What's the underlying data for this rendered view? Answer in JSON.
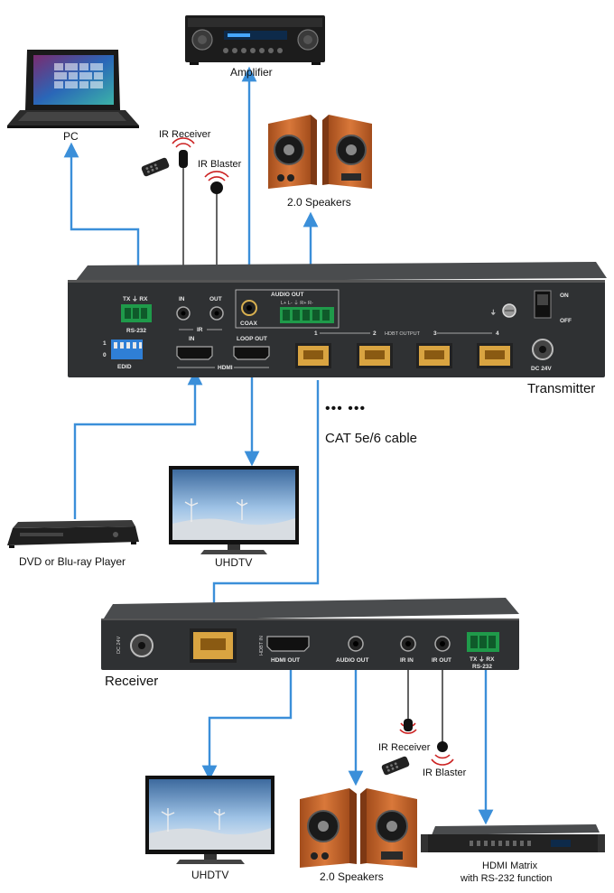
{
  "labels": {
    "pc": "PC",
    "amplifier": "Amplifier",
    "ir_receiver_top": "IR Receiver",
    "ir_blaster_top": "IR Blaster",
    "speakers_top": "2.0 Speakers",
    "transmitter": "Transmitter",
    "cable_dots": "••• •••",
    "cable": "CAT 5e/6 cable",
    "dvd": "DVD or Blu-ray Player",
    "uhdtv_mid": "UHDTV",
    "receiver": "Receiver",
    "ir_receiver_bottom": "IR Receiver",
    "ir_blaster_bottom": "IR Blaster",
    "uhdtv_bottom": "UHDTV",
    "speakers_bottom": "2.0 Speakers",
    "hdmi_matrix_line1": "HDMI Matrix",
    "hdmi_matrix_line2": "with RS-232 function"
  },
  "transmitter_panel": {
    "rs232": "RS-232",
    "txrx": "TX ⏚ RX",
    "ir": "IR",
    "ir_in": "IN",
    "ir_out": "OUT",
    "audio_out": "AUDIO OUT",
    "audio_pins": "L+ L- ⏚ R+ R-",
    "coax": "COAX",
    "edid": "EDID",
    "edid_1": "1",
    "edid_0": "0",
    "hdmi_in": "IN",
    "loop_out": "LOOP OUT",
    "hdmi": "HDMI",
    "hdbt_output": "HDBT OUTPUT",
    "port_1": "1",
    "port_2": "2",
    "port_3": "3",
    "port_4": "4",
    "on": "ON",
    "off": "OFF",
    "dc": "DC 24V"
  },
  "receiver_panel": {
    "dc": "DC 24V",
    "hdbt_in": "HDBT IN",
    "hdmi_out": "HDMI OUT",
    "audio_out": "AUDIO OUT",
    "ir_in": "IR IN",
    "ir_out": "IR OUT",
    "txrx": "TX ⏚ RX",
    "rs232": "RS-232"
  },
  "colors": {
    "line": "#3b8fd9",
    "panel": "#2f3133",
    "panel_top": "#4a4c4e",
    "terminal": "#1f9a4a",
    "rj45": "#d9a441",
    "speaker": "#c9652b",
    "edid": "#2f7fd6"
  }
}
